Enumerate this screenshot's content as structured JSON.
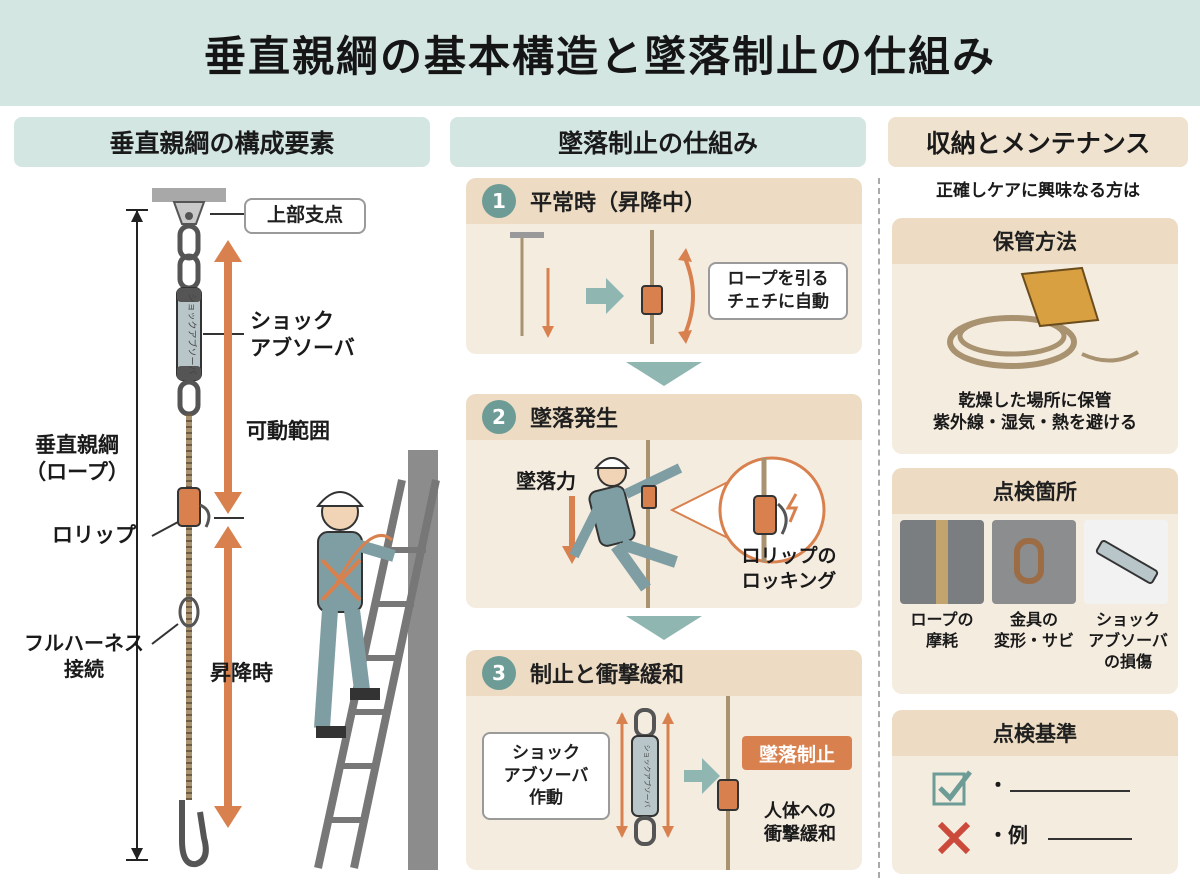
{
  "title": "垂直親綱の基本構造と墜落制止の仕組み",
  "left": {
    "header": "垂直親綱の構成要素",
    "top_anchor": "上部支点",
    "shock_absorber": [
      "ショック",
      "アブソーバ"
    ],
    "absorber_text": "ショックアブソーバ",
    "range_label": "可動範囲",
    "rope_label": [
      "垂直親綱",
      "（ロープ）"
    ],
    "grab_label": "ロリップ",
    "harness_label": [
      "フルハーネス",
      "接続"
    ],
    "climb_label": "昇降時"
  },
  "middle": {
    "header": "墜落制止の仕組み",
    "step1": {
      "num": "1",
      "title": "平常時（昇降中）",
      "callout": [
        "ロープを引る",
        "チェチに自動"
      ]
    },
    "step2": {
      "num": "2",
      "title": "墜落発生",
      "force": "墜落力",
      "lock": [
        "ロリップの",
        "ロッキング"
      ]
    },
    "step3": {
      "num": "3",
      "title": "制止と衝撃緩和",
      "callout": [
        "ショック",
        "アブソーバ",
        "作動"
      ],
      "badge": "墜落制止",
      "result": [
        "人体への",
        "衝撃緩和"
      ],
      "absorber_text": "ショックアブソーバ"
    }
  },
  "right": {
    "header": "収納とメンテナンス",
    "note": "正確しケアに興味なる方は",
    "storage": {
      "title": "保管方法",
      "text": [
        "乾燥した場所に保管",
        "紫外線・湿気・熱を避ける"
      ]
    },
    "inspection": {
      "title": "点検箇所",
      "items": [
        [
          "ロープの",
          "摩耗"
        ],
        [
          "金具の",
          "変形・サビ"
        ],
        [
          "ショック",
          "アブソーバ",
          "の損傷"
        ]
      ]
    },
    "criteria": {
      "title": "点検基準",
      "ok": "・",
      "ng": "・例"
    }
  },
  "colors": {
    "teal": "#6d9c96",
    "orange": "#d9814e",
    "beige": "#f5ece0",
    "red": "#cc4a3c"
  }
}
